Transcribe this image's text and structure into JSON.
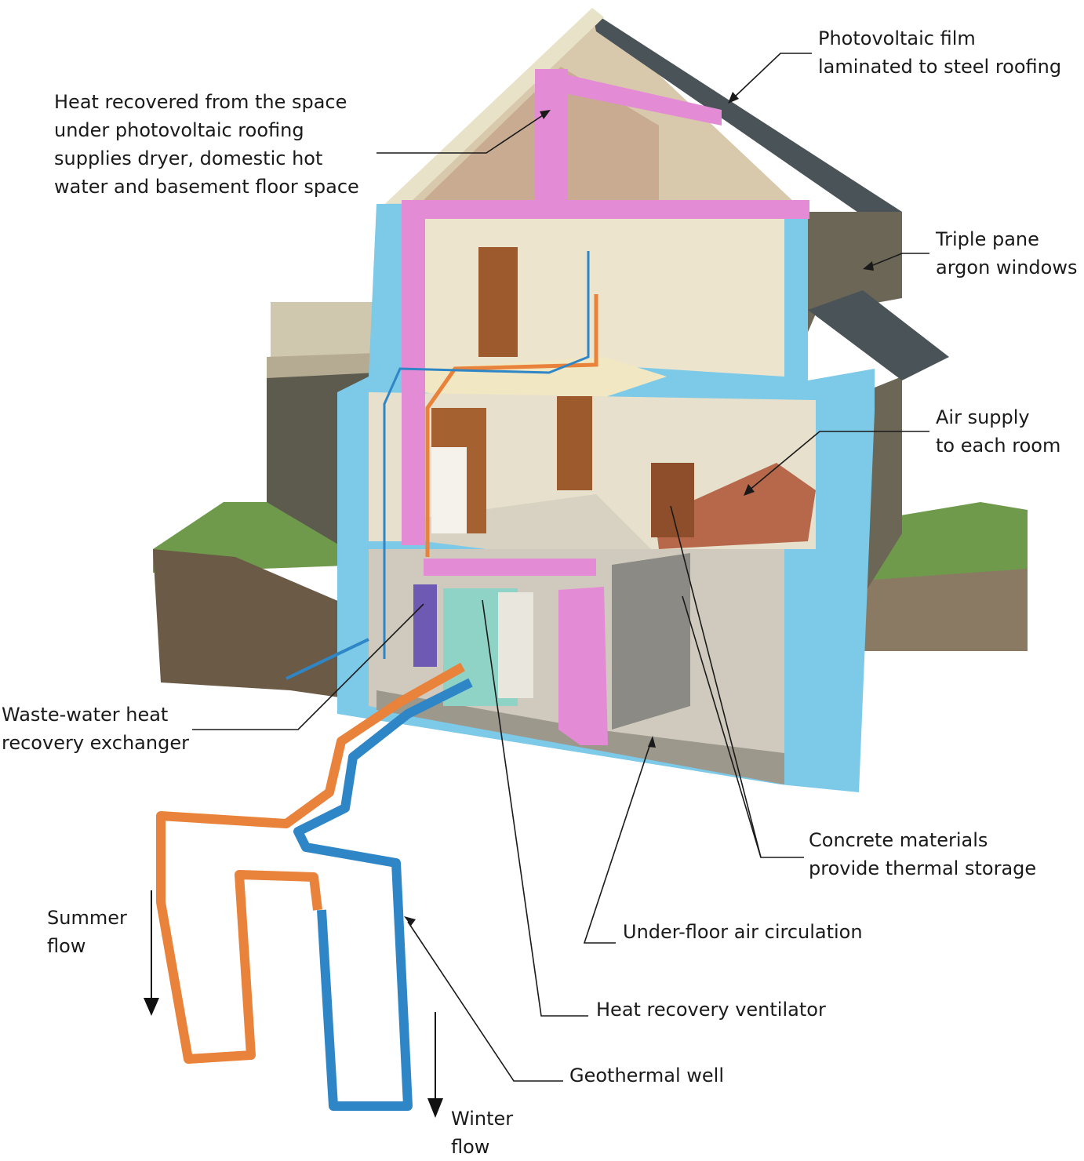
{
  "labels": {
    "heat_recovered": [
      "Heat recovered from the space",
      "under photovoltaic roofing",
      "supplies dryer, domestic hot",
      "water and basement floor space"
    ],
    "photovoltaic": [
      "Photovoltaic film",
      "laminated to steel roofing"
    ],
    "triple_pane": [
      "Triple pane",
      "argon windows"
    ],
    "air_supply": [
      "Air supply",
      "to each room"
    ],
    "waste_water": [
      "Waste-water heat",
      "recovery exchanger"
    ],
    "concrete": [
      "Concrete materials",
      "provide thermal storage"
    ],
    "under_floor": [
      "Under-floor air circulation"
    ],
    "hrv": [
      "Heat recovery ventilator"
    ],
    "geothermal": [
      "Geothermal well"
    ],
    "summer_flow": [
      "Summer",
      "flow"
    ],
    "winter_flow": [
      "Winter",
      "flow"
    ]
  },
  "colors": {
    "insulation_blue": "#7cc9e8",
    "duct_pink": "#e48bd6",
    "pipe_orange": "#e9823a",
    "pipe_blue": "#2f86c6",
    "interior_cream": "#ece4cc",
    "roof_dark": "#4a5358",
    "siding": "#6b6656",
    "soil": "#6b5a45",
    "grass": "#6f9a4c"
  }
}
